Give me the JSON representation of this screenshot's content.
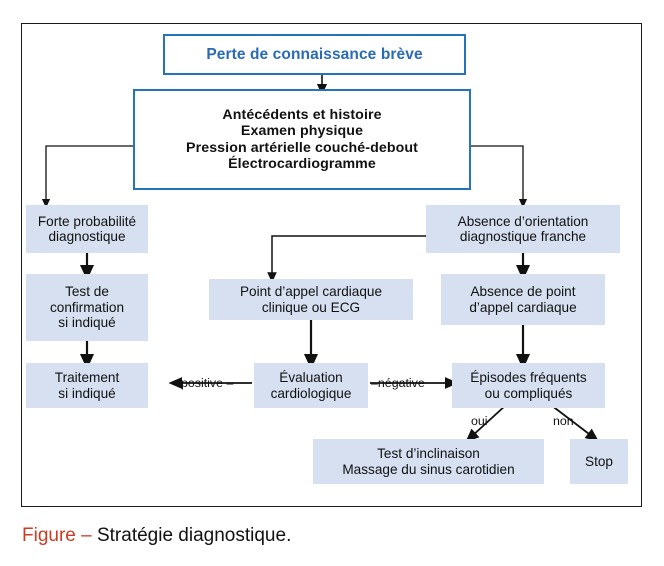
{
  "figure": {
    "caption_label": "Figure –",
    "caption_text": " Stratégie diagnostique.",
    "accent_caption_color": "#CC3B22",
    "primary_border_color": "#2573B8",
    "primary_text_color": "#2A6BB5",
    "node_fill_color": "#D6E0F0",
    "frame_color": "#1A1A1A"
  },
  "nodes": {
    "start": "Perte de connaissance brève",
    "workup": "Antécédents et histoire\nExamen physique\nPression artérielle couché-debout\nÉlectrocardiogramme",
    "high_probability": "Forte probabilité\ndiagnostique",
    "confirmation_test": "Test de\nconfirmation\nsi indiqué",
    "treatment": "Traitement\nsi indiqué",
    "no_orientation": "Absence d’orientation\ndiagnostique franche",
    "cardiac_clue": "Point d’appel cardiaque\nclinique ou ECG",
    "no_cardiac_clue": "Absence de point\nd’appel cardiaque",
    "cardiac_evaluation": "Évaluation\ncardiologique",
    "frequent_episodes": "Épisodes fréquents\nou compliqués",
    "tilt_test": "Test d’inclinaison\nMassage du sinus carotidien",
    "stop": "Stop"
  },
  "edge_labels": {
    "positive": "positive",
    "negative": "négative",
    "yes": "oui",
    "no": "non",
    "dash_left": "–",
    "dash_right": "–"
  }
}
